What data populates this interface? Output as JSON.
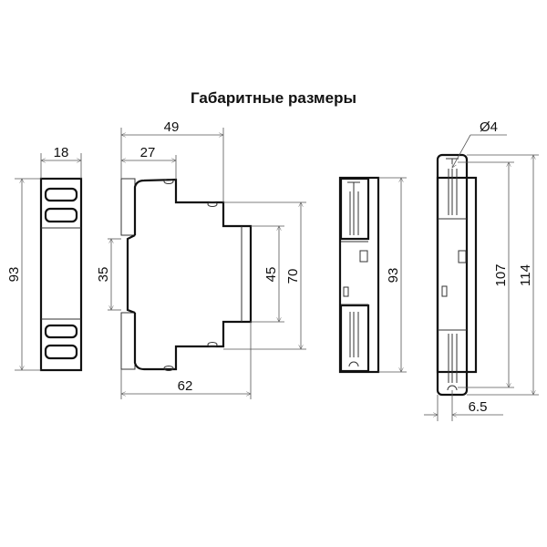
{
  "title": "Габаритные размеры",
  "dimensions": {
    "front_width": "18",
    "front_height": "93",
    "side_depth_total": "49",
    "side_depth_front": "27",
    "din_rail": "35",
    "front_panel": "45",
    "side_height": "70",
    "side_depth_base": "62",
    "back_height": "93",
    "mount_hole": "Ø4",
    "hole_spacing": "107",
    "total_height": "114",
    "hole_offset": "6.5"
  }
}
